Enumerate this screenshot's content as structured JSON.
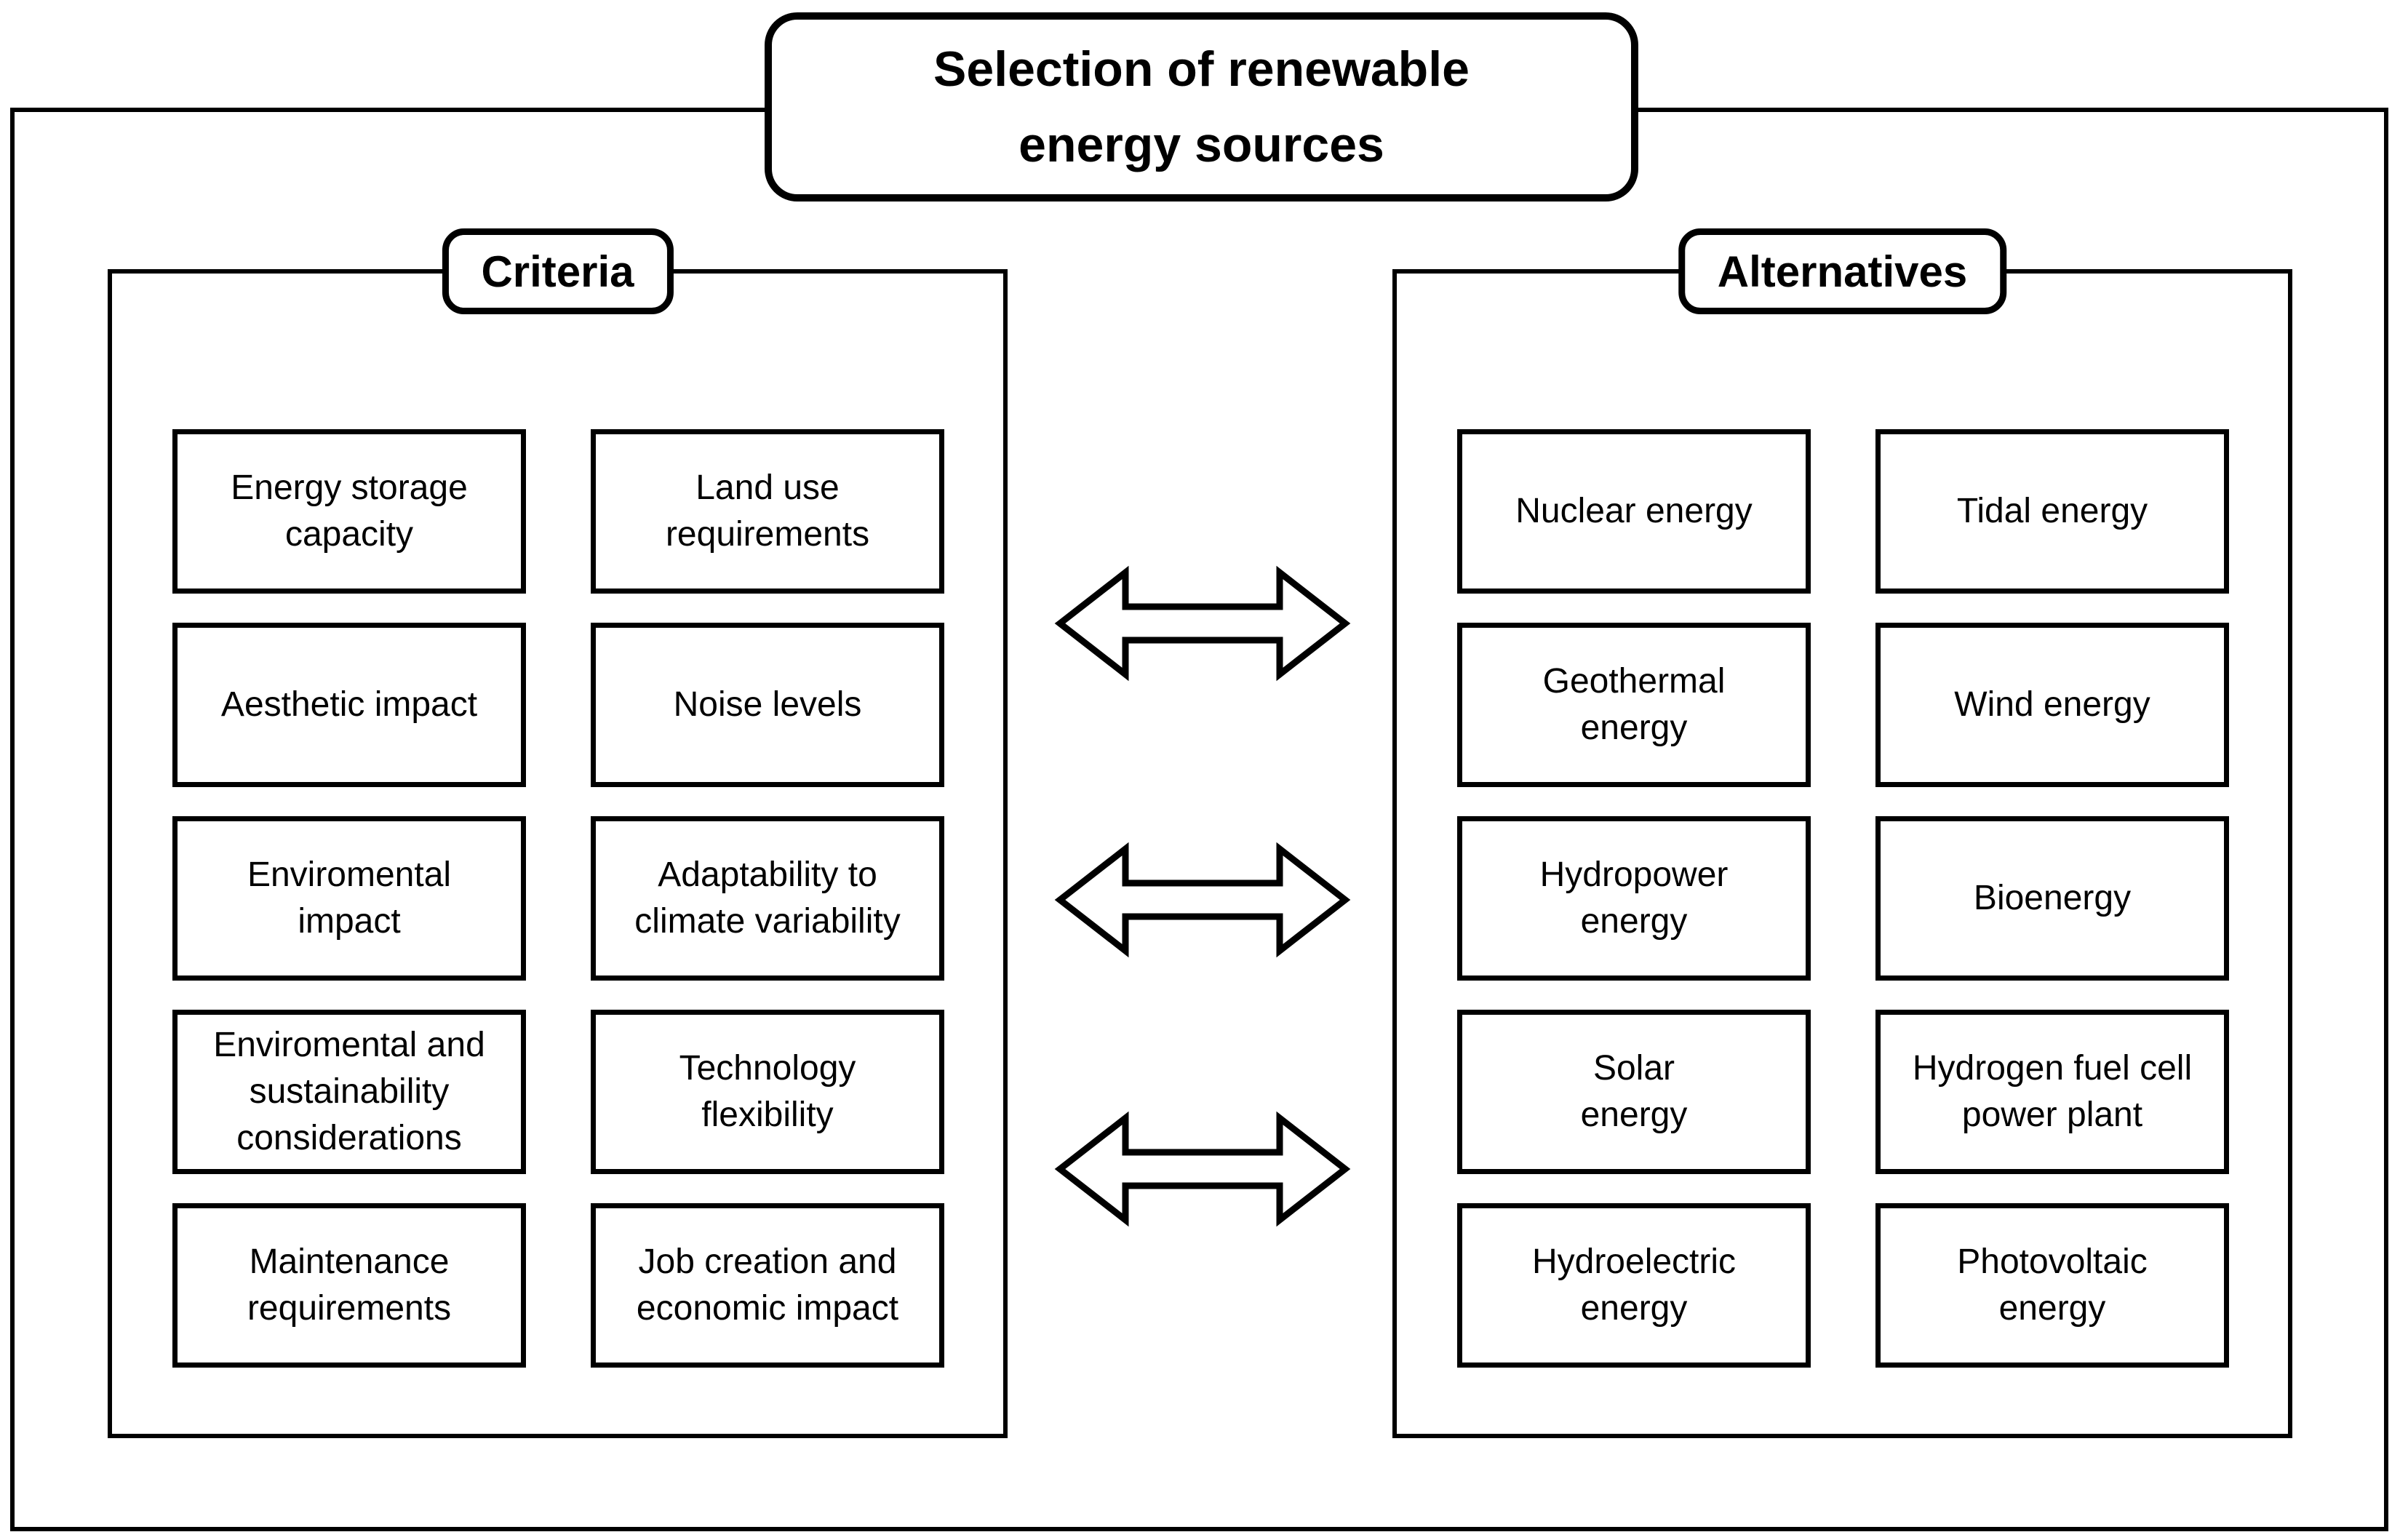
{
  "title": "Selection of renewable\nenergy sources",
  "criteria": {
    "label": "Criteria",
    "items": [
      "Energy storage\ncapacity",
      "Land use\nrequirements",
      "Aesthetic impact",
      "Noise levels",
      "Enviromental\nimpact",
      "Adaptability to\nclimate variability",
      "Enviromental and\nsustainability\nconsiderations",
      "Technology\nflexibility",
      "Maintenance\nrequirements",
      "Job creation and\neconomic impact"
    ]
  },
  "alternatives": {
    "label": "Alternatives",
    "items": [
      "Nuclear energy",
      "Tidal energy",
      "Geothermal\nenergy",
      "Wind energy",
      "Hydropower\nenergy",
      "Bioenergy",
      "Solar\nenergy",
      "Hydrogen fuel cell\npower plant",
      "Hydroelectric\nenergy",
      "Photovoltaic\nenergy"
    ]
  },
  "arrows": {
    "type": "double-headed-horizontal",
    "count": 3
  },
  "colors": {
    "ink": "#000000",
    "background": "#ffffff"
  }
}
